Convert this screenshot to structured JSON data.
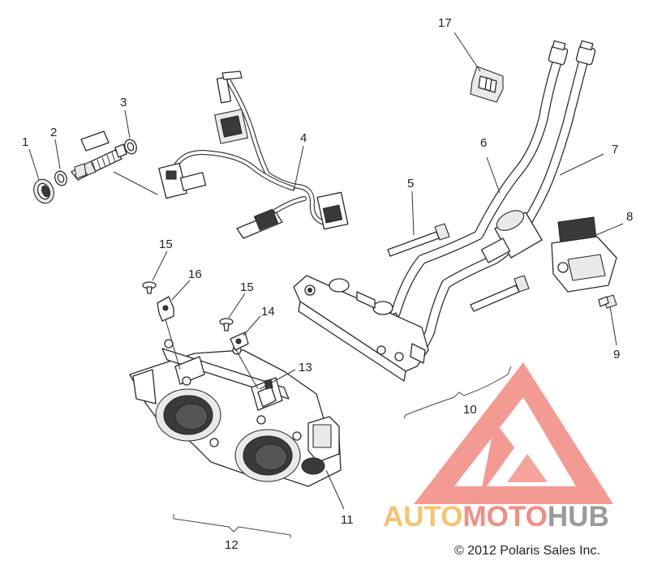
{
  "callouts": {
    "c1": "1",
    "c2": "2",
    "c3": "3",
    "c4": "4",
    "c5": "5",
    "c6": "6",
    "c7": "7",
    "c8": "8",
    "c9": "9",
    "c10": "10",
    "c11": "11",
    "c12": "12",
    "c13": "13",
    "c14": "14",
    "c15a": "15",
    "c15b": "15",
    "c16": "16",
    "c17": "17"
  },
  "watermark": {
    "word_a": "AUTO",
    "word_b": "MOTO",
    "word_c": "HUB",
    "color_a": "#f5b955",
    "color_b": "#f0796f",
    "color_c": "#888888"
  },
  "copyright": "© 2012 Polaris Sales Inc."
}
